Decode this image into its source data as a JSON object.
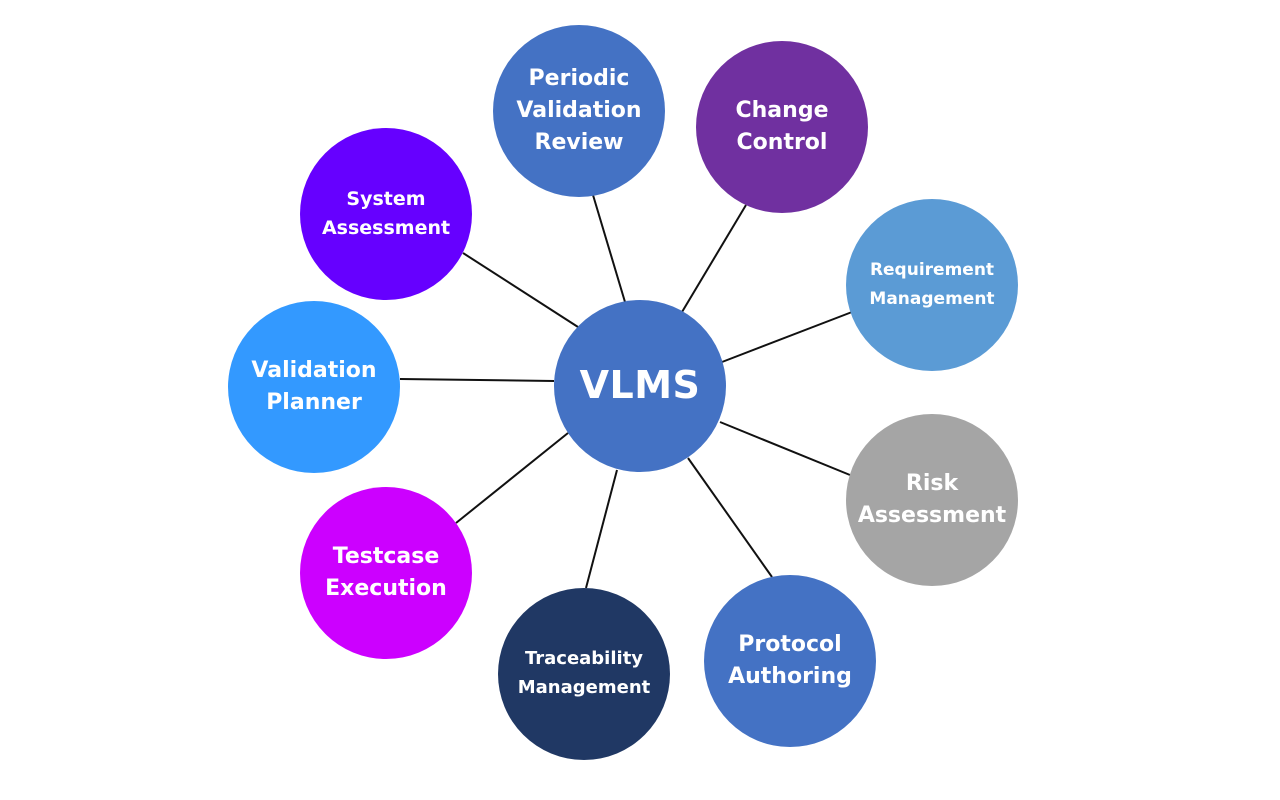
{
  "hub": {
    "label": "VLMS",
    "color": "#4472C4"
  },
  "modules": [
    {
      "id": "periodic",
      "lines": [
        "Periodic",
        "Validation",
        "Review"
      ],
      "color": "#4472C4"
    },
    {
      "id": "change",
      "lines": [
        "Change",
        "Control"
      ],
      "color": "#7030A0"
    },
    {
      "id": "requirement",
      "lines": [
        "Requirement",
        "Management"
      ],
      "color": "#5B9BD5"
    },
    {
      "id": "risk",
      "lines": [
        "Risk",
        "Assessment"
      ],
      "color": "#A5A5A5"
    },
    {
      "id": "protocol",
      "lines": [
        "Protocol",
        "Authoring"
      ],
      "color": "#4472C4"
    },
    {
      "id": "traceability",
      "lines": [
        "Traceability",
        "Management"
      ],
      "color": "#203864"
    },
    {
      "id": "testcase",
      "lines": [
        "Testcase",
        "Execution"
      ],
      "color": "#CC00FF"
    },
    {
      "id": "planner",
      "lines": [
        "Validation",
        "Planner"
      ],
      "color": "#3399FF"
    },
    {
      "id": "system",
      "lines": [
        "System",
        "Assessment"
      ],
      "color": "#6600FF"
    }
  ],
  "connector_color": "#111111"
}
